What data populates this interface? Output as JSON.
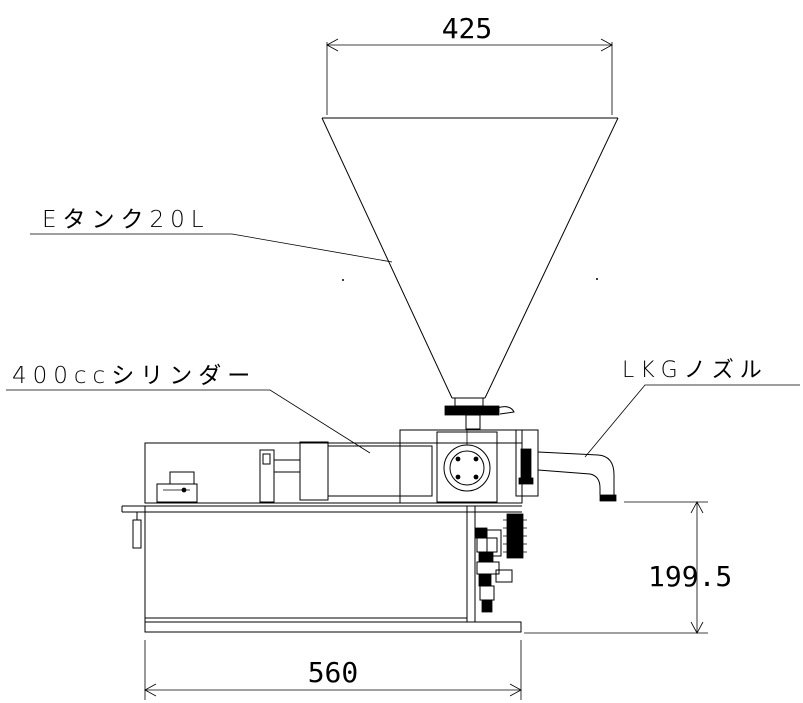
{
  "dimensions": {
    "hopper_width": "425",
    "base_width": "560",
    "outlet_height": "199.5"
  },
  "labels": {
    "tank": "Eタンク20L",
    "cylinder": "400ccシリンダー",
    "nozzle": "LKGノズル"
  }
}
